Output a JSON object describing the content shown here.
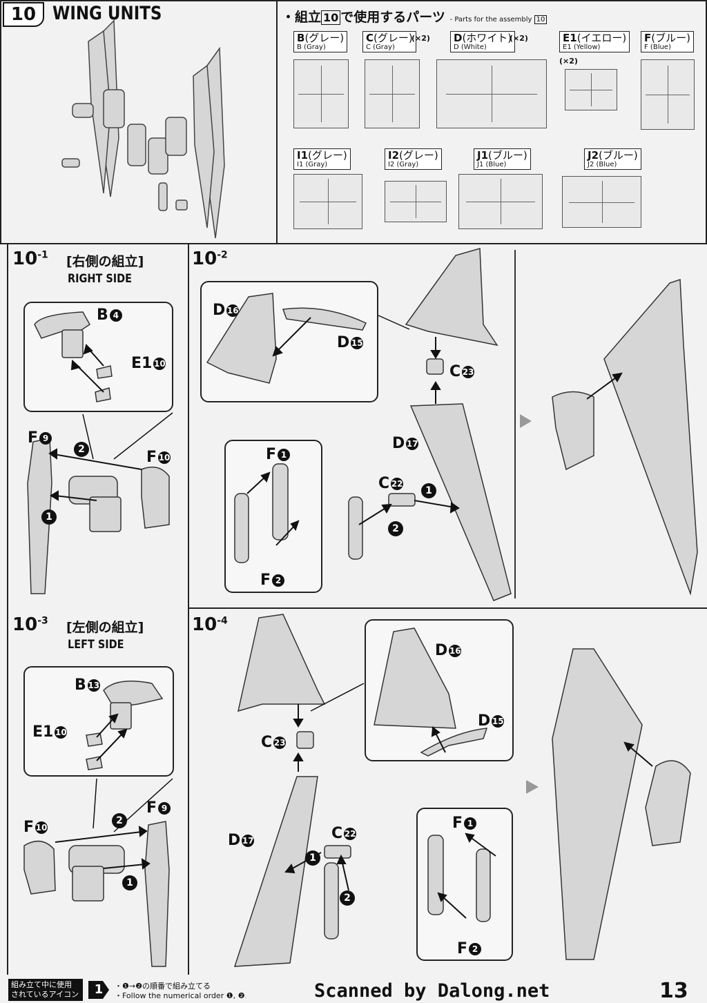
{
  "step": {
    "number": "10",
    "title": "WING UNITS"
  },
  "parts_header": {
    "bullet": "・",
    "prefix": "組立",
    "box": "10",
    "suffix": "で使用するパーツ",
    "en_prefix": "- Parts for the assembly",
    "en_box": "10"
  },
  "runners": [
    {
      "code": "B",
      "jp": "(グレー)",
      "en": "B (Gray)",
      "mult": ""
    },
    {
      "code": "C",
      "jp": "(グレー)",
      "en": "C (Gray)",
      "mult": "(×2)"
    },
    {
      "code": "D",
      "jp": "(ホワイト)",
      "en": "D (White)",
      "mult": "(×2)"
    },
    {
      "code": "E1",
      "jp": "(イエロー)",
      "en": "E1 (Yellow)",
      "mult": "(×2)"
    },
    {
      "code": "F",
      "jp": "(ブルー)",
      "en": "F (Blue)",
      "mult": ""
    },
    {
      "code": "I1",
      "jp": "(グレー)",
      "en": "I1 (Gray)",
      "mult": ""
    },
    {
      "code": "I2",
      "jp": "(グレー)",
      "en": "I2 (Gray)",
      "mult": ""
    },
    {
      "code": "J1",
      "jp": "(ブルー)",
      "en": "J1 (Blue)",
      "mult": ""
    },
    {
      "code": "J2",
      "jp": "(ブルー)",
      "en": "J2 (Blue)",
      "mult": ""
    }
  ],
  "sub1": {
    "num": "10",
    "sup": "-1",
    "jp": "[右側の組立]",
    "en": "RIGHT SIDE",
    "labels": {
      "b4": "B",
      "b4n": "4",
      "e1": "E1",
      "e1n": "10",
      "f9": "F",
      "f9n": "9",
      "f10": "F",
      "f10n": "10"
    },
    "orders": [
      "2",
      "1"
    ]
  },
  "sub2": {
    "num": "10",
    "sup": "-2",
    "labels": {
      "d16": "D",
      "d16n": "16",
      "d15": "D",
      "d15n": "15",
      "c23": "C",
      "c23n": "23",
      "d17": "D",
      "d17n": "17",
      "c22": "C",
      "c22n": "22",
      "f1": "F",
      "f1n": "1",
      "f2": "F",
      "f2n": "2"
    },
    "orders": [
      "1",
      "2"
    ]
  },
  "sub3": {
    "num": "10",
    "sup": "-3",
    "jp": "[左側の組立]",
    "en": "LEFT SIDE",
    "labels": {
      "b13": "B",
      "b13n": "13",
      "e1": "E1",
      "e1n": "10",
      "f9": "F",
      "f9n": "9",
      "f10": "F",
      "f10n": "10"
    },
    "orders": [
      "2",
      "1"
    ]
  },
  "sub4": {
    "num": "10",
    "sup": "-4",
    "labels": {
      "d16": "D",
      "d16n": "16",
      "d15": "D",
      "d15n": "15",
      "c23": "C",
      "c23n": "23",
      "d17": "D",
      "d17n": "17",
      "c22": "C",
      "c22n": "22",
      "f1": "F",
      "f1n": "1",
      "f2": "F",
      "f2n": "2"
    },
    "orders": [
      "1",
      "2"
    ]
  },
  "footer": {
    "icon_box_jp1": "組み立て中に使用",
    "icon_box_jp2": "されているアイコン",
    "icon_num": "1",
    "note_jp": "・❶→❷の順番で組み立てる",
    "note_en": "・Follow the numerical order ❶, ❷...",
    "scanned": "Scanned by Dalong.net",
    "page": "13"
  },
  "colors": {
    "ink": "#111111",
    "paper": "#f2f2f2",
    "part": "#d8d8d8"
  }
}
